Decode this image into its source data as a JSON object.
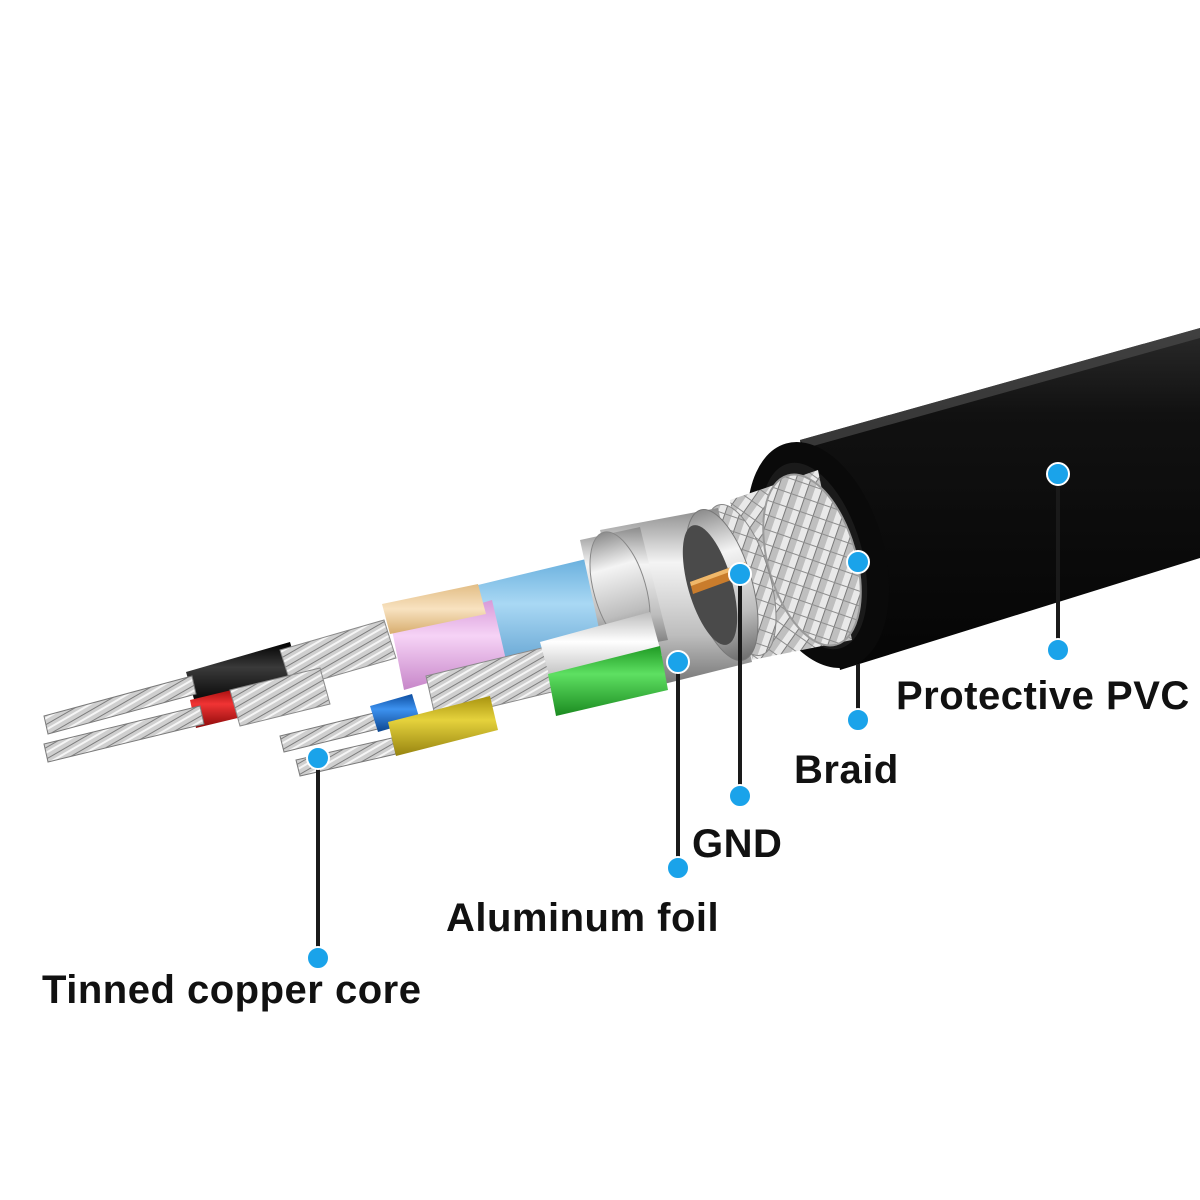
{
  "labels": {
    "protective_pvc": "Protective PVC",
    "braid": "Braid",
    "gnd": "GND",
    "aluminum_foil": "Aluminum foil",
    "tinned_copper_core": "Tinned copper core"
  },
  "colors": {
    "pointer": "#1aa3ea",
    "leader_line": "#1a1a1a",
    "jacket": "#0b0b0b",
    "braid": "#c9c9c9",
    "foil": "#d9d9d9",
    "blue_shield": "#7fbde3",
    "pink_wire": "#eab7ea",
    "tan_wire": "#f0d3a6",
    "green_wire": "#35c43a",
    "yellow_wire": "#c9b41c",
    "red_wire": "#d01818",
    "black_wire": "#141414",
    "white_wire": "#eeeeee",
    "blue_wire": "#1b6fd1",
    "copper_gnd": "#c97c2c"
  }
}
